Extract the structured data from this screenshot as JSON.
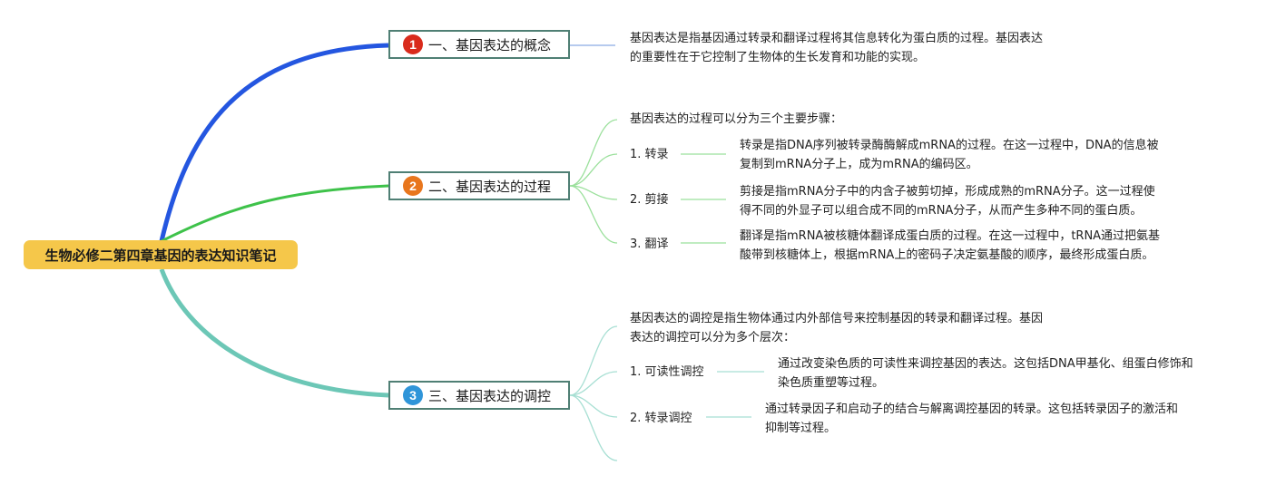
{
  "root": {
    "label": "生物必修二第四章基因的表达知识笔记"
  },
  "branches": [
    {
      "num": "1",
      "label": "一、基因表达的概念",
      "color": "#d92b1c"
    },
    {
      "num": "2",
      "label": "二、基因表达的过程",
      "color": "#e8761d"
    },
    {
      "num": "3",
      "label": "三、基因表达的调控",
      "color": "#2f95d9"
    }
  ],
  "concept": {
    "line1": "基因表达是指基因通过转录和翻译过程将其信息转化为蛋白质的过程。基因表达",
    "line2": "的重要性在于它控制了生物体的生长发育和功能的实现。"
  },
  "process": {
    "intro": "基因表达的过程可以分为三个主要步骤：",
    "steps": [
      {
        "label": "1. 转录",
        "line1": "转录是指DNA序列被转录酶酶解成mRNA的过程。在这一过程中，DNA的信息被",
        "line2": "复制到mRNA分子上，成为mRNA的编码区。"
      },
      {
        "label": "2. 剪接",
        "line1": "剪接是指mRNA分子中的内含子被剪切掉，形成成熟的mRNA分子。这一过程使",
        "line2": "得不同的外显子可以组合成不同的mRNA分子，从而产生多种不同的蛋白质。"
      },
      {
        "label": "3. 翻译",
        "line1": "翻译是指mRNA被核糖体翻译成蛋白质的过程。在这一过程中，tRNA通过把氨基",
        "line2": "酸带到核糖体上，根据mRNA上的密码子决定氨基酸的顺序，最终形成蛋白质。"
      }
    ]
  },
  "regulation": {
    "intro1": "基因表达的调控是指生物体通过内外部信号来控制基因的转录和翻译过程。基因",
    "intro2": "表达的调控可以分为多个层次：",
    "steps": [
      {
        "label": "1. 可读性调控",
        "line1": "通过改变染色质的可读性来调控基因的表达。这包括DNA甲基化、组蛋白修饰和",
        "line2": "染色质重塑等过程。"
      },
      {
        "label": "2. 转录调控",
        "line1": "通过转录因子和启动子的结合与解离调控基因的转录。这包括转录因子的激活和",
        "line2": "抑制等过程。"
      }
    ]
  },
  "colors": {
    "branch1_line": "#2456e0",
    "branch2_line": "#3ec24a",
    "branch3_line": "#6cc7b6",
    "sub_line_blue": "#9db8e8",
    "sub_line_green": "#9be09c",
    "sub_line_teal": "#a7dfd3"
  }
}
